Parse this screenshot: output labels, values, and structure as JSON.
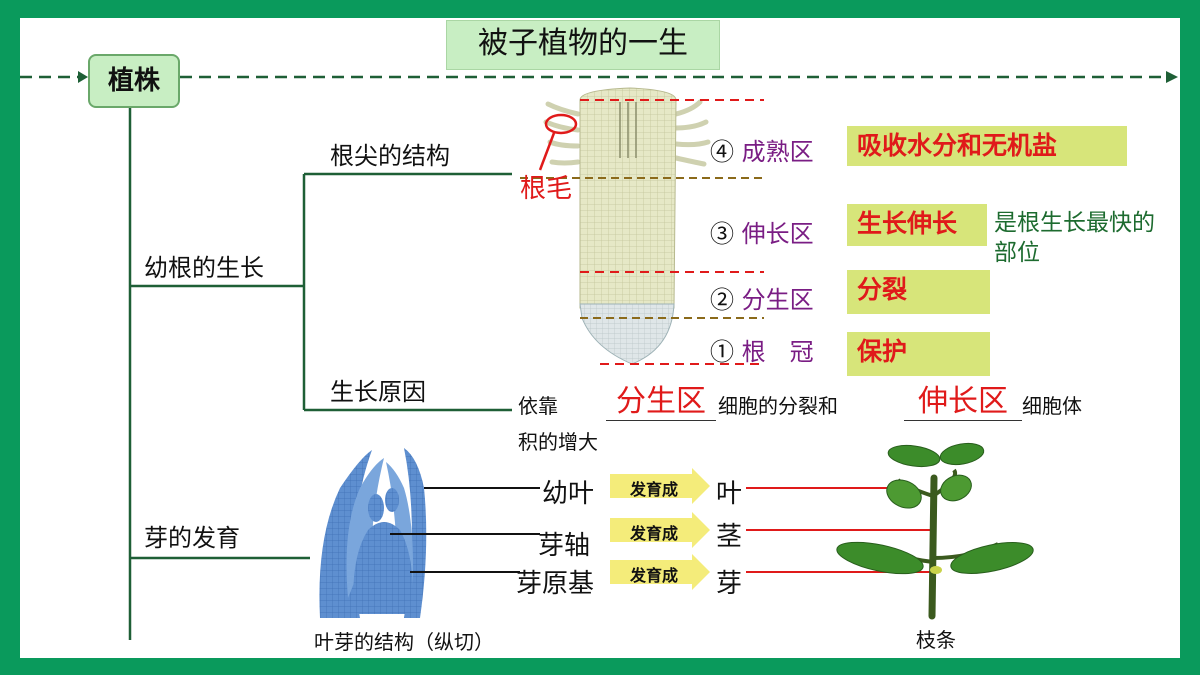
{
  "title": "被子植物的一生",
  "plant": "植株",
  "root_tip": {
    "structure_label": "根尖的结构",
    "root_hair_label": "根毛",
    "zones": [
      {
        "num": "④",
        "name": "成熟区",
        "function": "吸收水分和无机盐"
      },
      {
        "num": "③",
        "name": "伸长区",
        "function": "生长伸长"
      },
      {
        "num": "②",
        "name": "分生区",
        "function": "分裂"
      },
      {
        "num": "①",
        "name": "根　冠",
        "function": "保护"
      }
    ],
    "fastest_note": "是根生长最快的部位"
  },
  "seedling_root": "幼根的生长",
  "growth_reason": {
    "label": "生长原因",
    "text_1": "依靠",
    "answer_1": "分生区",
    "text_2": "细胞的分裂和",
    "answer_2": "伸长区",
    "text_3": "细胞体",
    "text_4": "积的增大"
  },
  "bud": {
    "label": "芽的发育",
    "caption": "叶芽的结构（纵切）",
    "parts": [
      {
        "part": "幼叶",
        "arrow": "发育成",
        "result": "叶"
      },
      {
        "part": "芽轴",
        "arrow": "发育成",
        "result": "茎"
      },
      {
        "part": "芽原基",
        "arrow": "发育成",
        "result": "芽"
      }
    ],
    "branch_caption": "枝条"
  }
}
